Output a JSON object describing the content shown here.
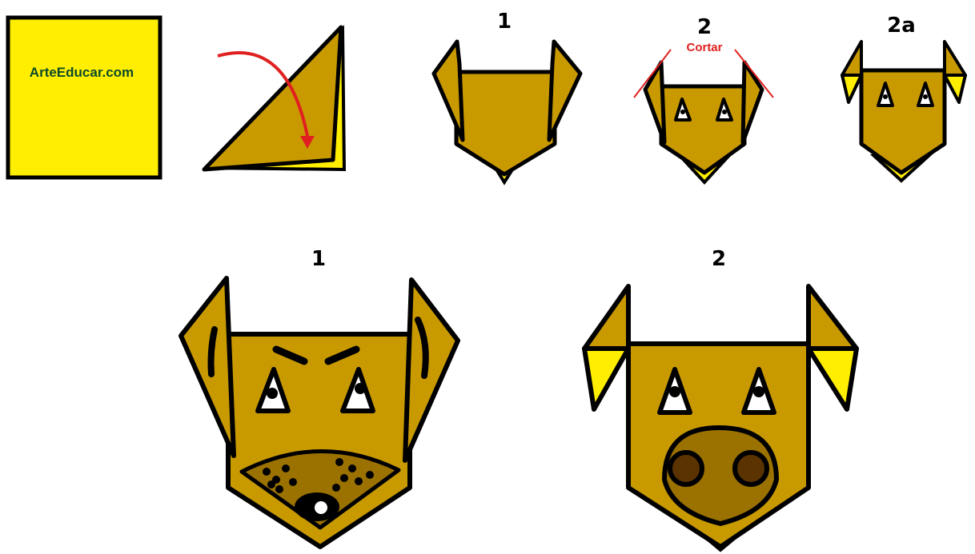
{
  "site_label": "ArteEducar.com",
  "cut_label": "Cortar",
  "step_labels": {
    "top_1": "1",
    "top_2": "2",
    "top_2a": "2a",
    "bottom_1": "1",
    "bottom_2": "2"
  },
  "colors": {
    "paper_yellow": "#ffee00",
    "fold_brown": "#c99a00",
    "muzzle_brown": "#9b7100",
    "nose_brown": "#5a3300",
    "arrow_red": "#e02020",
    "outline": "#000000"
  },
  "icons": {
    "fold_arrow": "curved-arrow-icon"
  }
}
